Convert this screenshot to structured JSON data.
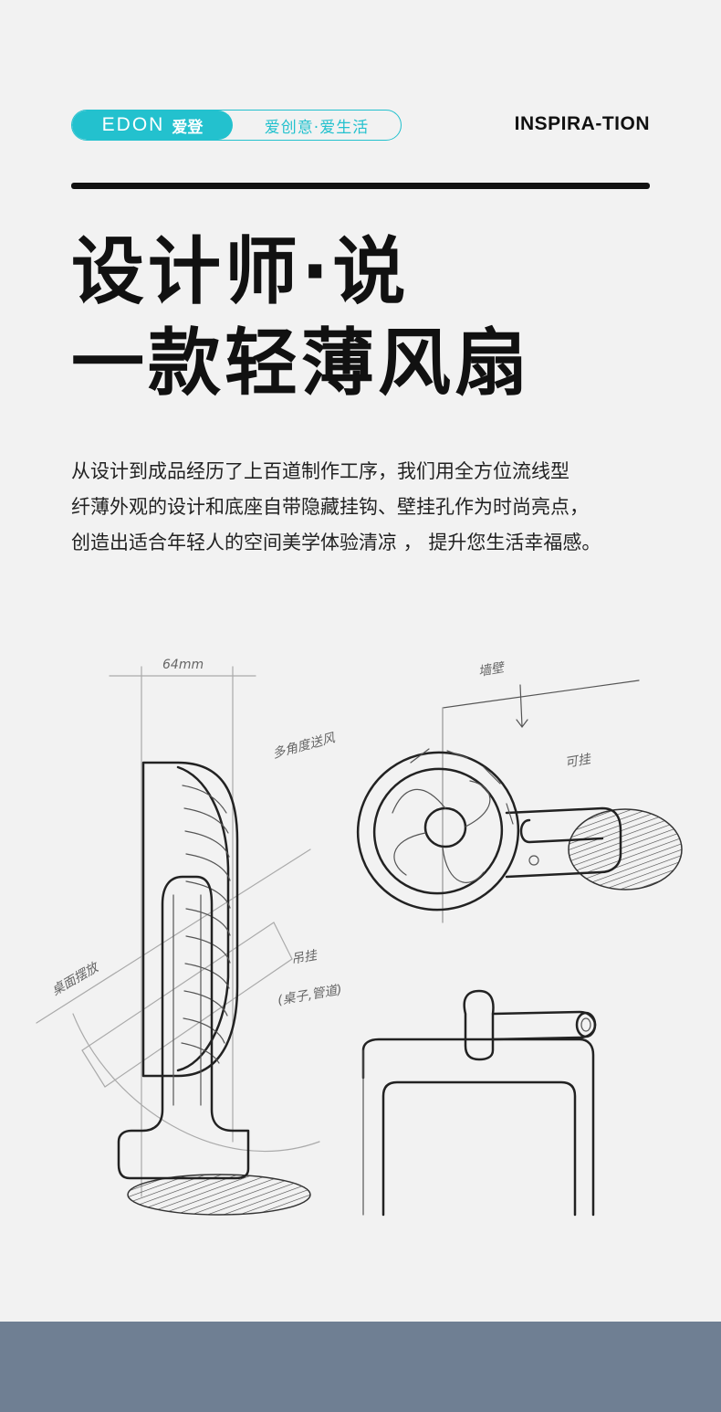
{
  "brand": {
    "logo": "EDON",
    "name_cn": "爱登",
    "slogan": "爱创意·爱生活"
  },
  "header": {
    "tagline": "INSPIRA-TION"
  },
  "title": {
    "line1": "设计师·说",
    "line2": "一款轻薄风扇"
  },
  "description": {
    "lines": [
      "从设计到成品经历了上百道制作工序，我们用全方位流线型",
      "纤薄外观的设计和底座自带隐藏挂钩、壁挂孔作为时尚亮点，",
      "创造出适合年轻人的空间美学体验清凉 ， 提升您生活幸福感。"
    ]
  },
  "sketch": {
    "notes": {
      "width": "64mm",
      "wall": "墙壁",
      "rotate": "多角度送风",
      "hang": "可挂",
      "stand": "桌面摆放",
      "hook": "吊挂",
      "hook_sub": "(桌子,管道)"
    }
  },
  "colors": {
    "accent": "#23c1ce",
    "footer": "#6f7f93",
    "background": "#f2f2f2"
  }
}
